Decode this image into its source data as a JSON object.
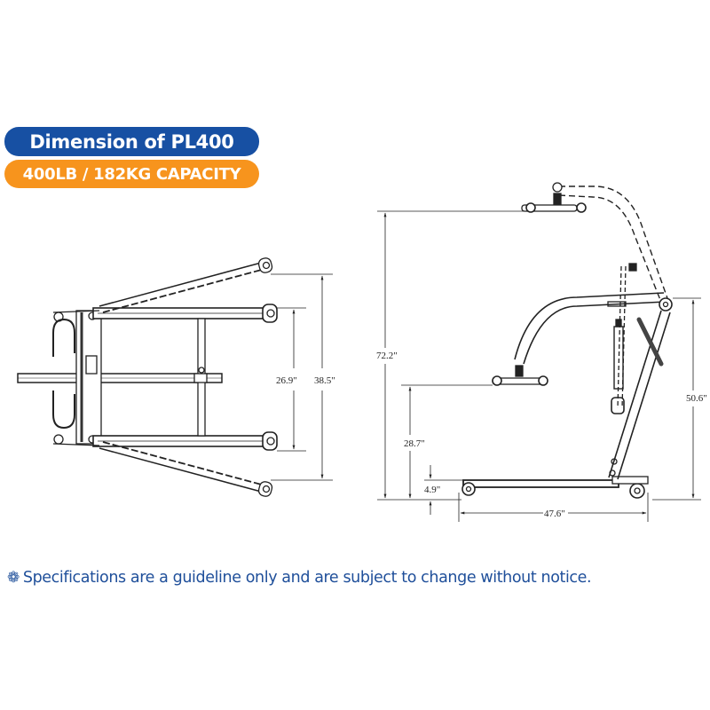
{
  "header": {
    "title": "Dimension of PL400",
    "capacity": "400LB / 182KG CAPACITY",
    "colors": {
      "title_bg": "#1750a3",
      "capacity_bg": "#f7941d",
      "footnote_text": "#1f4f9a"
    }
  },
  "top_view": {
    "dimensions": {
      "inner_width": "26.9\"",
      "outer_width": "38.5\""
    }
  },
  "side_view": {
    "dimensions": {
      "max_height": "72.2\"",
      "min_hook_height": "28.7\"",
      "base_clearance": "4.9\"",
      "boom_pivot_height": "50.6\"",
      "base_length": "47.6\""
    }
  },
  "footnote": {
    "icon": "flower-icon",
    "text": "Specifications are a guideline only and are subject to change without notice."
  }
}
